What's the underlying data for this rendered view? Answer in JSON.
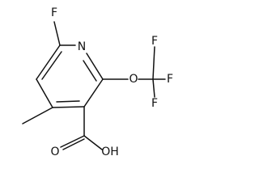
{
  "molecule": {
    "atoms": {
      "f_ring": "F",
      "n_ring": "N",
      "o_ether": "O",
      "f_cf3_top": "F",
      "f_cf3_right": "F",
      "f_cf3_bottom": "F",
      "o_carbonyl": "O",
      "oh": "OH"
    }
  }
}
